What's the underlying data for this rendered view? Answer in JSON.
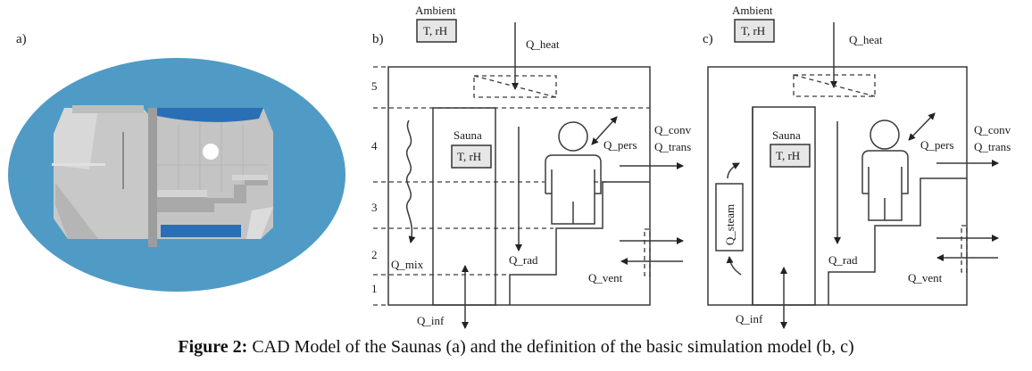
{
  "panels": {
    "a": {
      "label": "a)",
      "image": "CAD model rendering of sauna cabin (grey interior on blue oval background)"
    },
    "b": {
      "label": "b)",
      "ambient_title": "Ambient",
      "ambient_vars": "T, rH",
      "sauna_title": "Sauna",
      "sauna_vars": "T, rH",
      "zones": [
        "5",
        "4",
        "3",
        "2",
        "1"
      ],
      "flows": {
        "heat": "Q_heat",
        "conv": "Q_conv",
        "trans": "Q_trans",
        "pers": "Q_pers",
        "mix": "Q_mix",
        "rad": "Q_rad",
        "vent": "Q_vent",
        "inf": "Q_inf"
      }
    },
    "c": {
      "label": "c)",
      "ambient_title": "Ambient",
      "ambient_vars": "T, rH",
      "sauna_title": "Sauna",
      "sauna_vars": "T, rH",
      "flows": {
        "heat": "Q_heat",
        "conv": "Q_conv",
        "trans": "Q_trans",
        "pers": "Q_pers",
        "steam": "Q_steam",
        "rad": "Q_rad",
        "vent": "Q_vent",
        "inf": "Q_inf"
      }
    }
  },
  "caption": {
    "prefix": "Figure 2:",
    "text": " CAD Model of the Saunas (a) and the definition of the basic simulation model (b, c)"
  },
  "colors": {
    "oval_blue": "#4f9bc6",
    "interior_grey": "#c9c9c9",
    "box_fill": "#e6e6e6"
  }
}
